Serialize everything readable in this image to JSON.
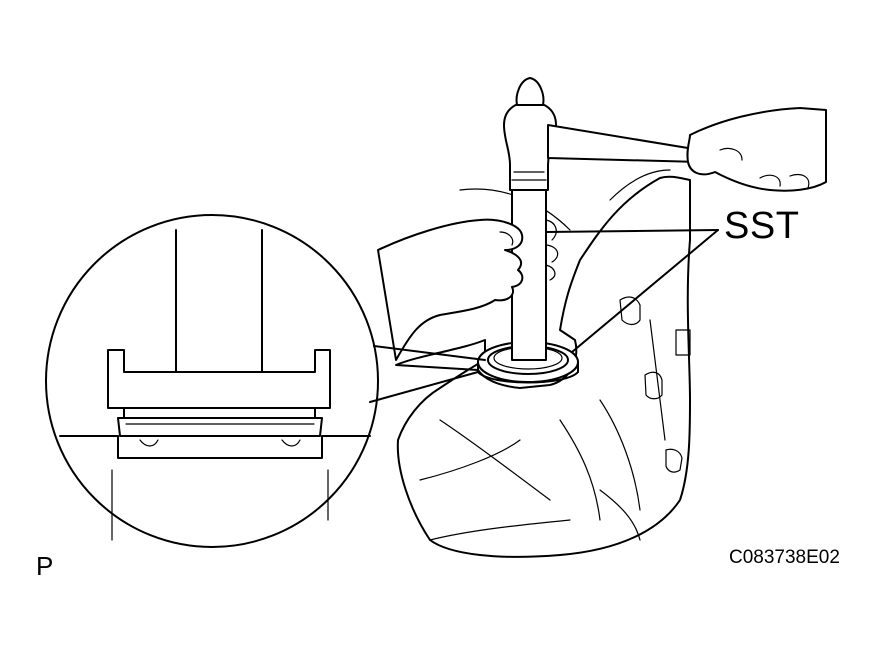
{
  "callout": {
    "label": "SST"
  },
  "view_label": "P",
  "figure_code": "C083738E02"
}
